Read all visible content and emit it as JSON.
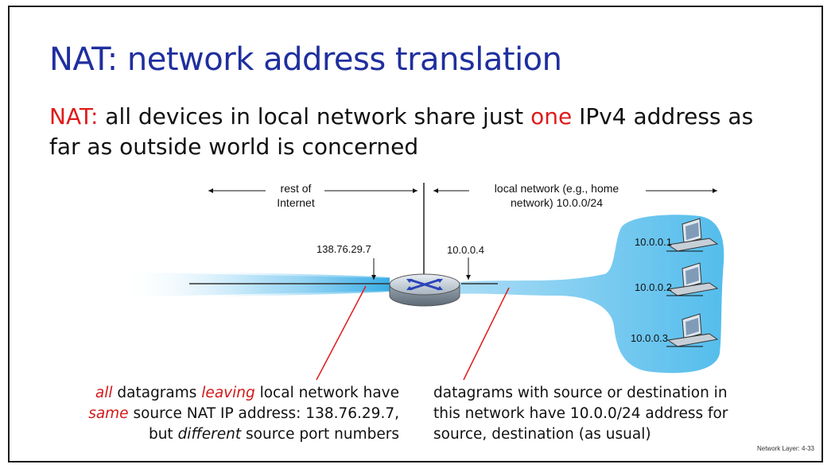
{
  "slide": {
    "title": "NAT: network address translation",
    "subtitle_lead": "NAT:",
    "subtitle_part1": " all devices in local network share just ",
    "subtitle_highlight": "one",
    "subtitle_part2": " IPv4 address as far as outside world is concerned",
    "footer": "Network Layer: 4-33"
  },
  "diagram": {
    "internet_label_line1": "rest of",
    "internet_label_line2": "Internet",
    "local_label_line1": "local network (e.g., home",
    "local_label_line2": "network) 10.0.0/24",
    "public_ip": "138.76.29.7",
    "router_inner_ip": "10.0.0.4",
    "hosts": [
      {
        "ip": "10.0.0.1"
      },
      {
        "ip": "10.0.0.2"
      },
      {
        "ip": "10.0.0.3"
      }
    ],
    "colors": {
      "cloud": "#4db8ea",
      "title": "#1f2f9e",
      "highlight": "#e01b1b"
    }
  },
  "captions": {
    "left_w1": "all",
    "left_t1": " datagrams ",
    "left_w2": "leaving",
    "left_t2": " local network have",
    "left_w3": "same",
    "left_t3": " source NAT IP address: 138.76.29.7,",
    "left_t4": "but ",
    "left_w4": "different",
    "left_t5": " source port numbers",
    "right_line1": "datagrams with source or destination in",
    "right_line2": "this network have 10.0.0/24 address for",
    "right_line3": "source, destination (as usual)"
  }
}
